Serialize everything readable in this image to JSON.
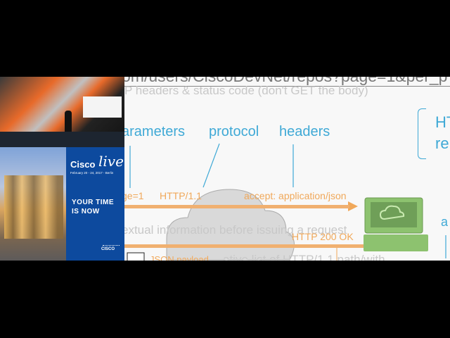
{
  "video": {
    "ad": {
      "brand": "Cisco",
      "brand_script": "live!",
      "dates": "February 20 - 24, 2017 - Berlin",
      "tagline_1": "YOUR TIME",
      "tagline_2": "IS NOW",
      "logo_text": "CISCO"
    }
  },
  "slide": {
    "url_line": "om/users/CiscoDevNet/repos?page=1&per_p",
    "subtitle": "P headers & status code (don't GET the body)",
    "labels": {
      "parameters": "arameters",
      "protocol": "protocol",
      "headers": "headers",
      "brace_text_1": "HT",
      "brace_text_2": "re",
      "right_a": "a"
    },
    "request": {
      "params": "ge=1",
      "protocol": "HTTP/1.1",
      "header": "accept: application/json"
    },
    "background_text": "extual information before issuing a request",
    "response": {
      "status": "HTTP 200 OK",
      "payload": "JSON payload",
      "bottom_text": "ative list of HTTP/1.1 path/with"
    },
    "colors": {
      "accent_blue": "#3fa9d6",
      "accent_orange": "#f0a85a",
      "server_green": "#8dc26f",
      "ad_blue": "#0d4a9e"
    }
  }
}
